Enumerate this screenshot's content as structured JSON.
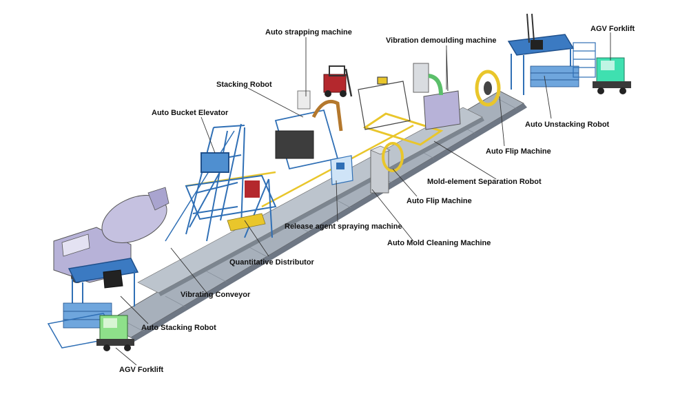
{
  "colors": {
    "frame_blue": "#2f6fb5",
    "frame_dark": "#1f4f8a",
    "conveyor": "#6e7784",
    "conveyor_light": "#a7b0bb",
    "yellow_rail": "#e9c62b",
    "truck_lavender": "#b7b2d8",
    "agv_mint": "#3fe0b0",
    "agv_green": "#8ee08a",
    "forklift_red": "#b4282d",
    "tank_grey": "#c8ccd2",
    "leader_line": "#333333"
  },
  "labels": {
    "auto_strapping_machine": "Auto strapping machine",
    "vibration_demoulding_machine": "Vibration demoulding machine",
    "agv_forklift_top": "AGV Forklift",
    "stacking_robot": "Stacking Robot",
    "auto_bucket_elevator": "Auto Bucket Elevator",
    "auto_unstacking_robot": "Auto Unstacking Robot",
    "auto_flip_machine_upper": "Auto Flip Machine",
    "mold_element_separation_robot": "Mold-element Separation Robot",
    "auto_flip_machine_lower": "Auto Flip Machine",
    "release_agent_spraying_machine": "Release agent spraying machine",
    "auto_mold_cleaning_machine": "Auto Mold Cleaning Machine",
    "quantitative_distributor": "Quantitative Distributor",
    "vibrating_conveyor": "Vibrating Conveyor",
    "auto_stacking_robot": "Auto Stacking Robot",
    "agv_forklift_bottom": "AGV Forklift"
  },
  "icons": {
    "mixer_truck": "mixer-truck-icon",
    "forklift": "forklift-icon",
    "agv": "agv-icon"
  }
}
